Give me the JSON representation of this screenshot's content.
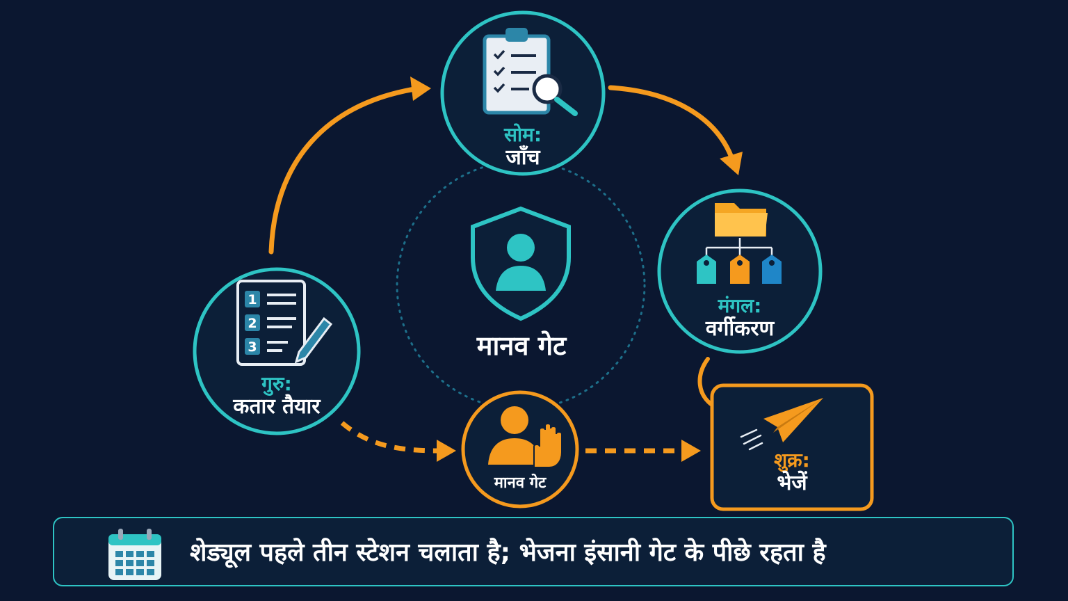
{
  "center": {
    "label": "मानव गेट",
    "icon": "shield-user-icon"
  },
  "stations": [
    {
      "id": "monday",
      "day": "सोम:",
      "task": "जाँच",
      "icon": "clipboard-search-icon"
    },
    {
      "id": "tuesday",
      "day": "मंगल:",
      "task": "वर्गीकरण",
      "icon": "folder-tags-icon"
    },
    {
      "id": "thursday",
      "day": "गुरु:",
      "task": "कतार तैयार",
      "icon": "numbered-list-pencil-icon"
    },
    {
      "id": "friday",
      "day": "शुक्र:",
      "task": "भेजें",
      "icon": "paper-plane-icon"
    }
  ],
  "human_gate": {
    "label": "मानव गेट",
    "icon": "person-raised-hand-icon"
  },
  "footer": {
    "text": "शेड्यूल पहले तीन स्टेशन चलाता है; भेजना इंसानी गेट के पीछे रहता है",
    "icon": "calendar-icon"
  },
  "colors": {
    "background": "#0b1730",
    "teal": "#2ec4c4",
    "orange": "#f59a1e",
    "white": "#ffffff"
  }
}
